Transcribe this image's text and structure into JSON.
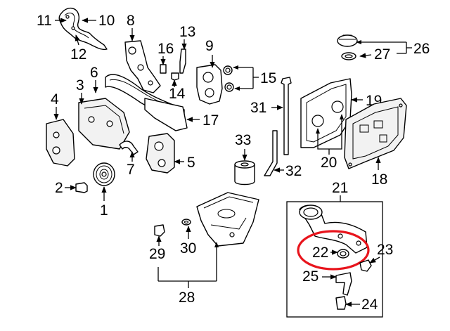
{
  "callouts": {
    "p1": "1",
    "p2": "2",
    "p3": "3",
    "p4": "4",
    "p5": "5",
    "p6": "6",
    "p7": "7",
    "p8": "8",
    "p9": "9",
    "p10": "10",
    "p11": "11",
    "p12": "12",
    "p13": "13",
    "p14": "14",
    "p15": "15",
    "p16": "16",
    "p17": "17",
    "p18": "18",
    "p19": "19",
    "p20": "20",
    "p21": "21",
    "p22": "22",
    "p23": "23",
    "p24": "24",
    "p25": "25",
    "p26": "26",
    "p27": "27",
    "p28": "28",
    "p29": "29",
    "p30": "30",
    "p31": "31",
    "p32": "32",
    "p33": "33"
  },
  "highlight": {
    "target": "22",
    "color": "#e8141c"
  }
}
